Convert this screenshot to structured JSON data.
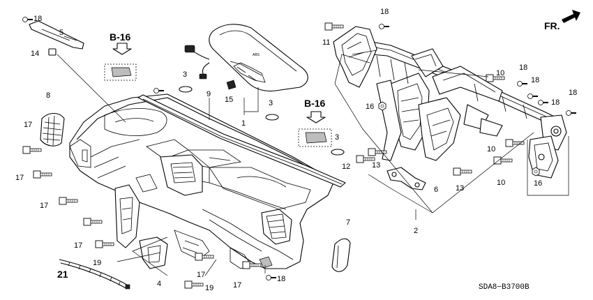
{
  "diagram": {
    "reference_code": "SDA8−B3700B",
    "direction_label": "FR.",
    "section_refs": [
      "B-16",
      "B-16"
    ],
    "callouts": [
      {
        "id": "c18a",
        "label": "18"
      },
      {
        "id": "c5",
        "label": "5"
      },
      {
        "id": "c14",
        "label": "14"
      },
      {
        "id": "c8",
        "label": "8"
      },
      {
        "id": "c17a",
        "label": "17"
      },
      {
        "id": "c17b",
        "label": "17"
      },
      {
        "id": "c17c",
        "label": "17"
      },
      {
        "id": "c17d",
        "label": "17"
      },
      {
        "id": "c19a",
        "label": "19"
      },
      {
        "id": "c21",
        "label": "21"
      },
      {
        "id": "c4",
        "label": "4"
      },
      {
        "id": "c19b",
        "label": "19"
      },
      {
        "id": "c17e",
        "label": "17"
      },
      {
        "id": "c17f",
        "label": "17"
      },
      {
        "id": "c18b",
        "label": "18"
      },
      {
        "id": "c3a",
        "label": "3"
      },
      {
        "id": "c9",
        "label": "9"
      },
      {
        "id": "c15",
        "label": "15"
      },
      {
        "id": "c1",
        "label": "1"
      },
      {
        "id": "c3b",
        "label": "3"
      },
      {
        "id": "c3c",
        "label": "3"
      },
      {
        "id": "c7",
        "label": "7"
      },
      {
        "id": "c18c",
        "label": "18"
      },
      {
        "id": "c11",
        "label": "11"
      },
      {
        "id": "c10a",
        "label": "10"
      },
      {
        "id": "c18d",
        "label": "18"
      },
      {
        "id": "c18e",
        "label": "18"
      },
      {
        "id": "c18f",
        "label": "18"
      },
      {
        "id": "c18g",
        "label": "18"
      },
      {
        "id": "c16a",
        "label": "16"
      },
      {
        "id": "c12",
        "label": "12"
      },
      {
        "id": "c13a",
        "label": "13"
      },
      {
        "id": "c13b",
        "label": "13"
      },
      {
        "id": "c6",
        "label": "6"
      },
      {
        "id": "c2",
        "label": "2"
      },
      {
        "id": "c10b",
        "label": "10"
      },
      {
        "id": "c10c",
        "label": "10"
      },
      {
        "id": "c16b",
        "label": "16"
      }
    ]
  }
}
